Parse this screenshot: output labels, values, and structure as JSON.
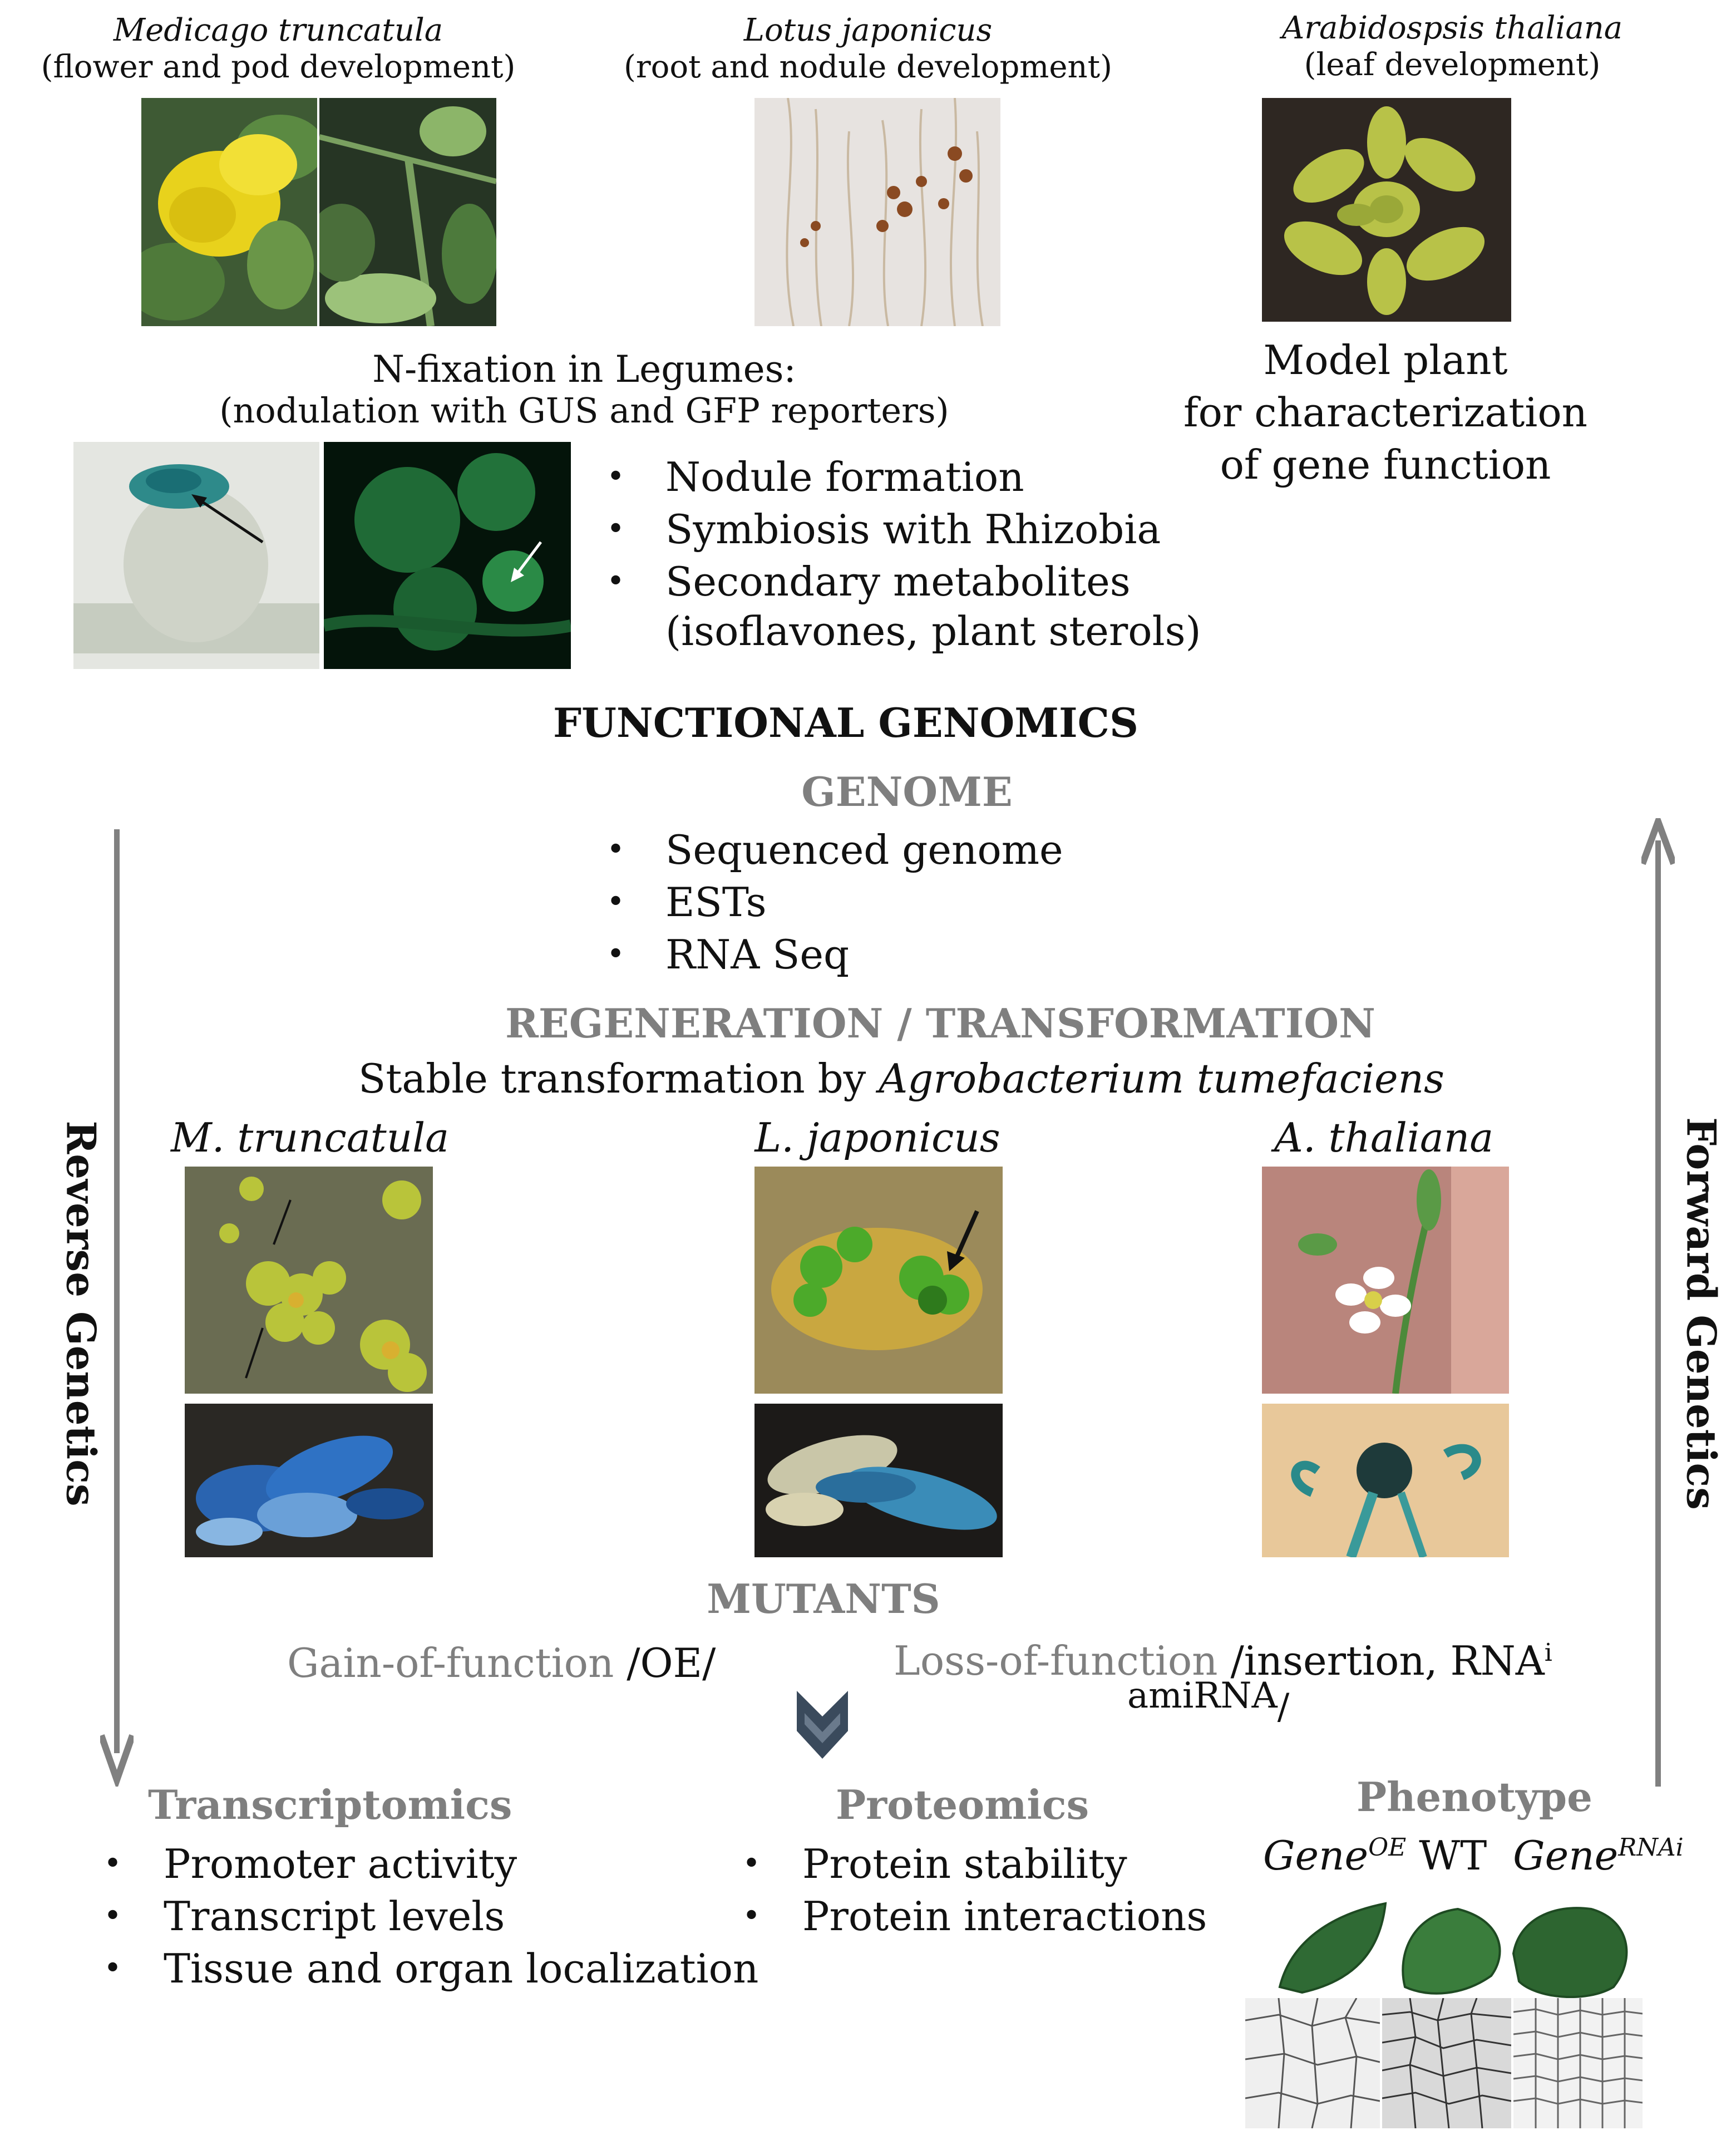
{
  "top": {
    "medicago": {
      "title": "Medicago truncatula",
      "subtitle": "(flower and pod development)"
    },
    "lotus": {
      "title": "Lotus japonicus",
      "subtitle": "(root and nodule development)"
    },
    "arabidopsis": {
      "title": "Arabidospsis thaliana",
      "subtitle": "(leaf development)"
    }
  },
  "nfix": {
    "title": "N-fixation in Legumes:",
    "subtitle": "(nodulation with GUS and GFP reporters)",
    "bullets": [
      "Nodule formation",
      "Symbiosis with Rhizobia",
      "Secondary metabolites"
    ],
    "bullet_cont": "(isoflavones, plant sterols)"
  },
  "model": {
    "lines": [
      "Model plant",
      "for characterization",
      "of gene function"
    ]
  },
  "functional_genomics": "FUNCTIONAL GENOMICS",
  "genome": {
    "title": "GENOME",
    "bullets": [
      "Sequenced genome",
      "ESTs",
      "RNA Seq"
    ]
  },
  "regen": {
    "title": "REGENERATION / TRANSFORMATION",
    "line_prefix": "Stable transformation by ",
    "line_italic": "Agrobacterium tumefaciens"
  },
  "species": {
    "mt": "M. truncatula",
    "lj": "L. japonicus",
    "at": "A. thaliana"
  },
  "reverse": "Reverse Genetics",
  "forward": "Forward Genetics",
  "mutants": {
    "title": "MUTANTS",
    "gain_label": "Gain-of-function ",
    "gain_tail": "/OE/",
    "loss_label": "Loss-of-function ",
    "loss_tail": "/insertion, RNA",
    "loss_sup": "i",
    "loss_line2": "amiRNA",
    "loss_line2_tail": "/"
  },
  "transcriptomics": {
    "title": "Transcriptomics",
    "bullets": [
      "Promoter activity",
      "Transcript levels",
      "Tissue and organ localization"
    ]
  },
  "proteomics": {
    "title": "Proteomics",
    "bullets": [
      "Protein stability",
      "Protein interactions"
    ]
  },
  "phenotype": {
    "title": "Phenotype",
    "gene": "Gene",
    "oe": "OE",
    "wt": "WT",
    "rnai": "RNAi"
  },
  "colors": {
    "grey_text": "#7f7f7f",
    "arrow": "#808080",
    "chevron": "#3a4a5c"
  }
}
